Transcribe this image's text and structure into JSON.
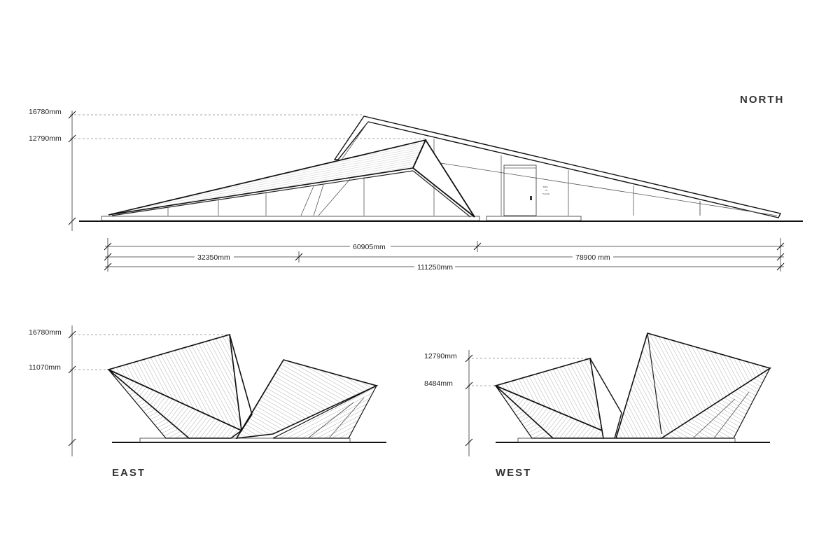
{
  "north_elevation": {
    "title": "NORTH",
    "levels": [
      "16780mm",
      "12790mm"
    ],
    "dimensions": {
      "span_a": "60905mm",
      "span_b": "32350mm",
      "span_c": "78900 mm",
      "overall": "111250mm"
    },
    "door_sign": [
      "BIKE",
      "IN",
      "PLACE"
    ]
  },
  "east_elevation": {
    "title": "EAST",
    "levels": [
      "16780mm",
      "11070mm"
    ]
  },
  "west_elevation": {
    "title": "WEST",
    "levels": [
      "12790mm",
      "8484mm"
    ]
  },
  "colors": {
    "line": "#111111",
    "guide": "#888888",
    "label": "#333333",
    "background": "#ffffff"
  }
}
